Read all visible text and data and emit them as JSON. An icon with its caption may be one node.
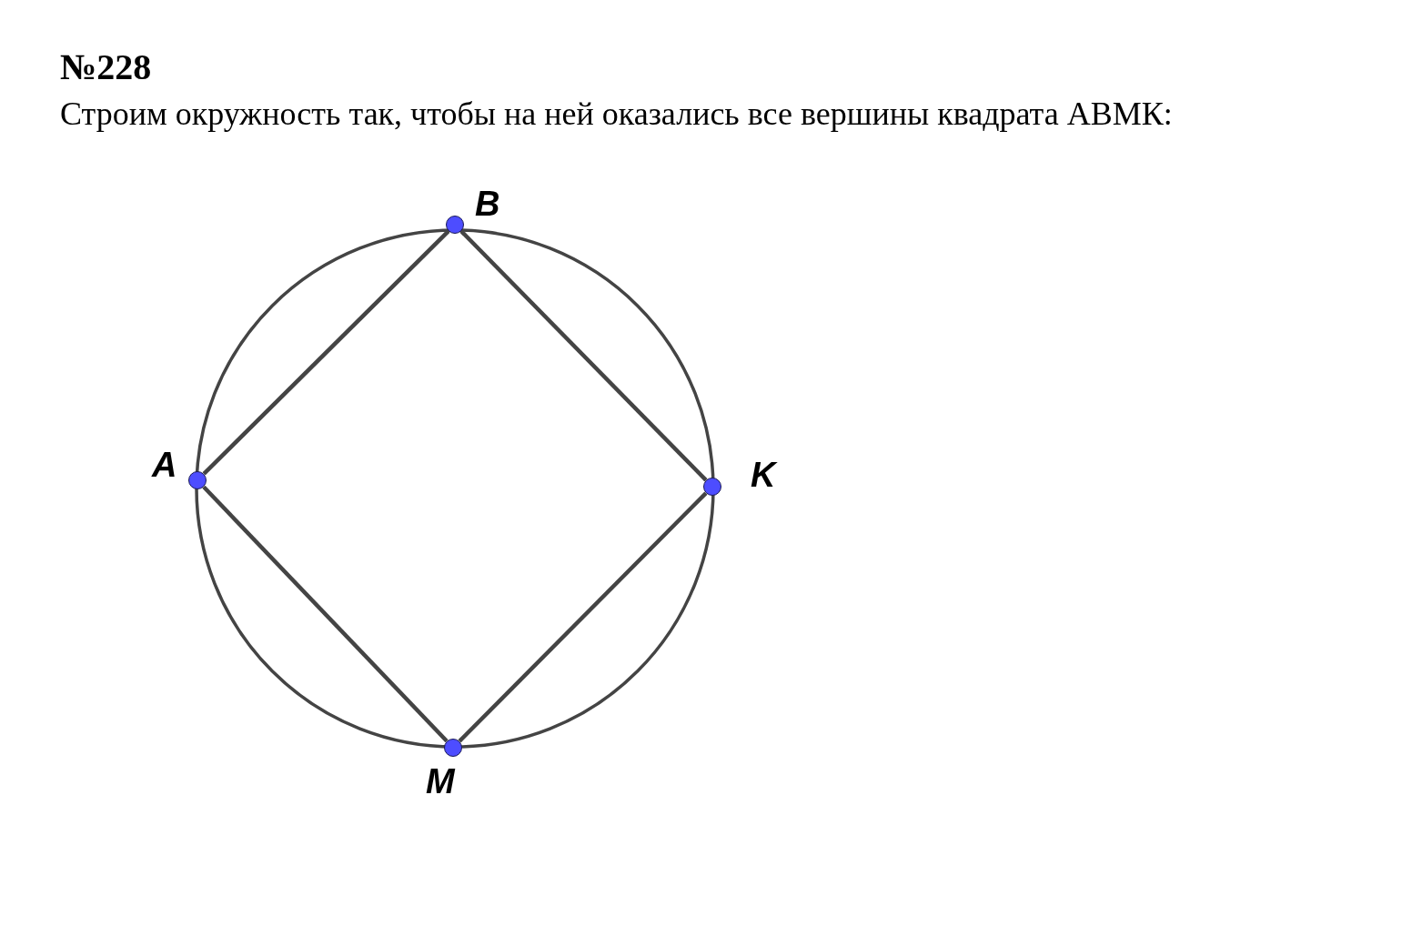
{
  "diagram": {
    "title": "№228",
    "nodes": [
      {
        "text": [
          "B"
        ]
      },
      {
        "text": [
          "A"
        ]
      },
      {
        "text": [
          "K"
        ]
      },
      {
        "text": [
          "M"
        ]
      }
    ],
    "edges": [
      {
        "from": 1,
        "to": 0,
        "arrow": "none"
      },
      {
        "from": 0,
        "to": 2,
        "arrow": "none"
      },
      {
        "from": 2,
        "to": 3,
        "arrow": "none"
      },
      {
        "from": 3,
        "to": 1,
        "arrow": "none"
      }
    ],
    "labels": [
      "Строим окружность так, чтобы на ней оказались все вершины квадрата АВМК:"
    ]
  }
}
